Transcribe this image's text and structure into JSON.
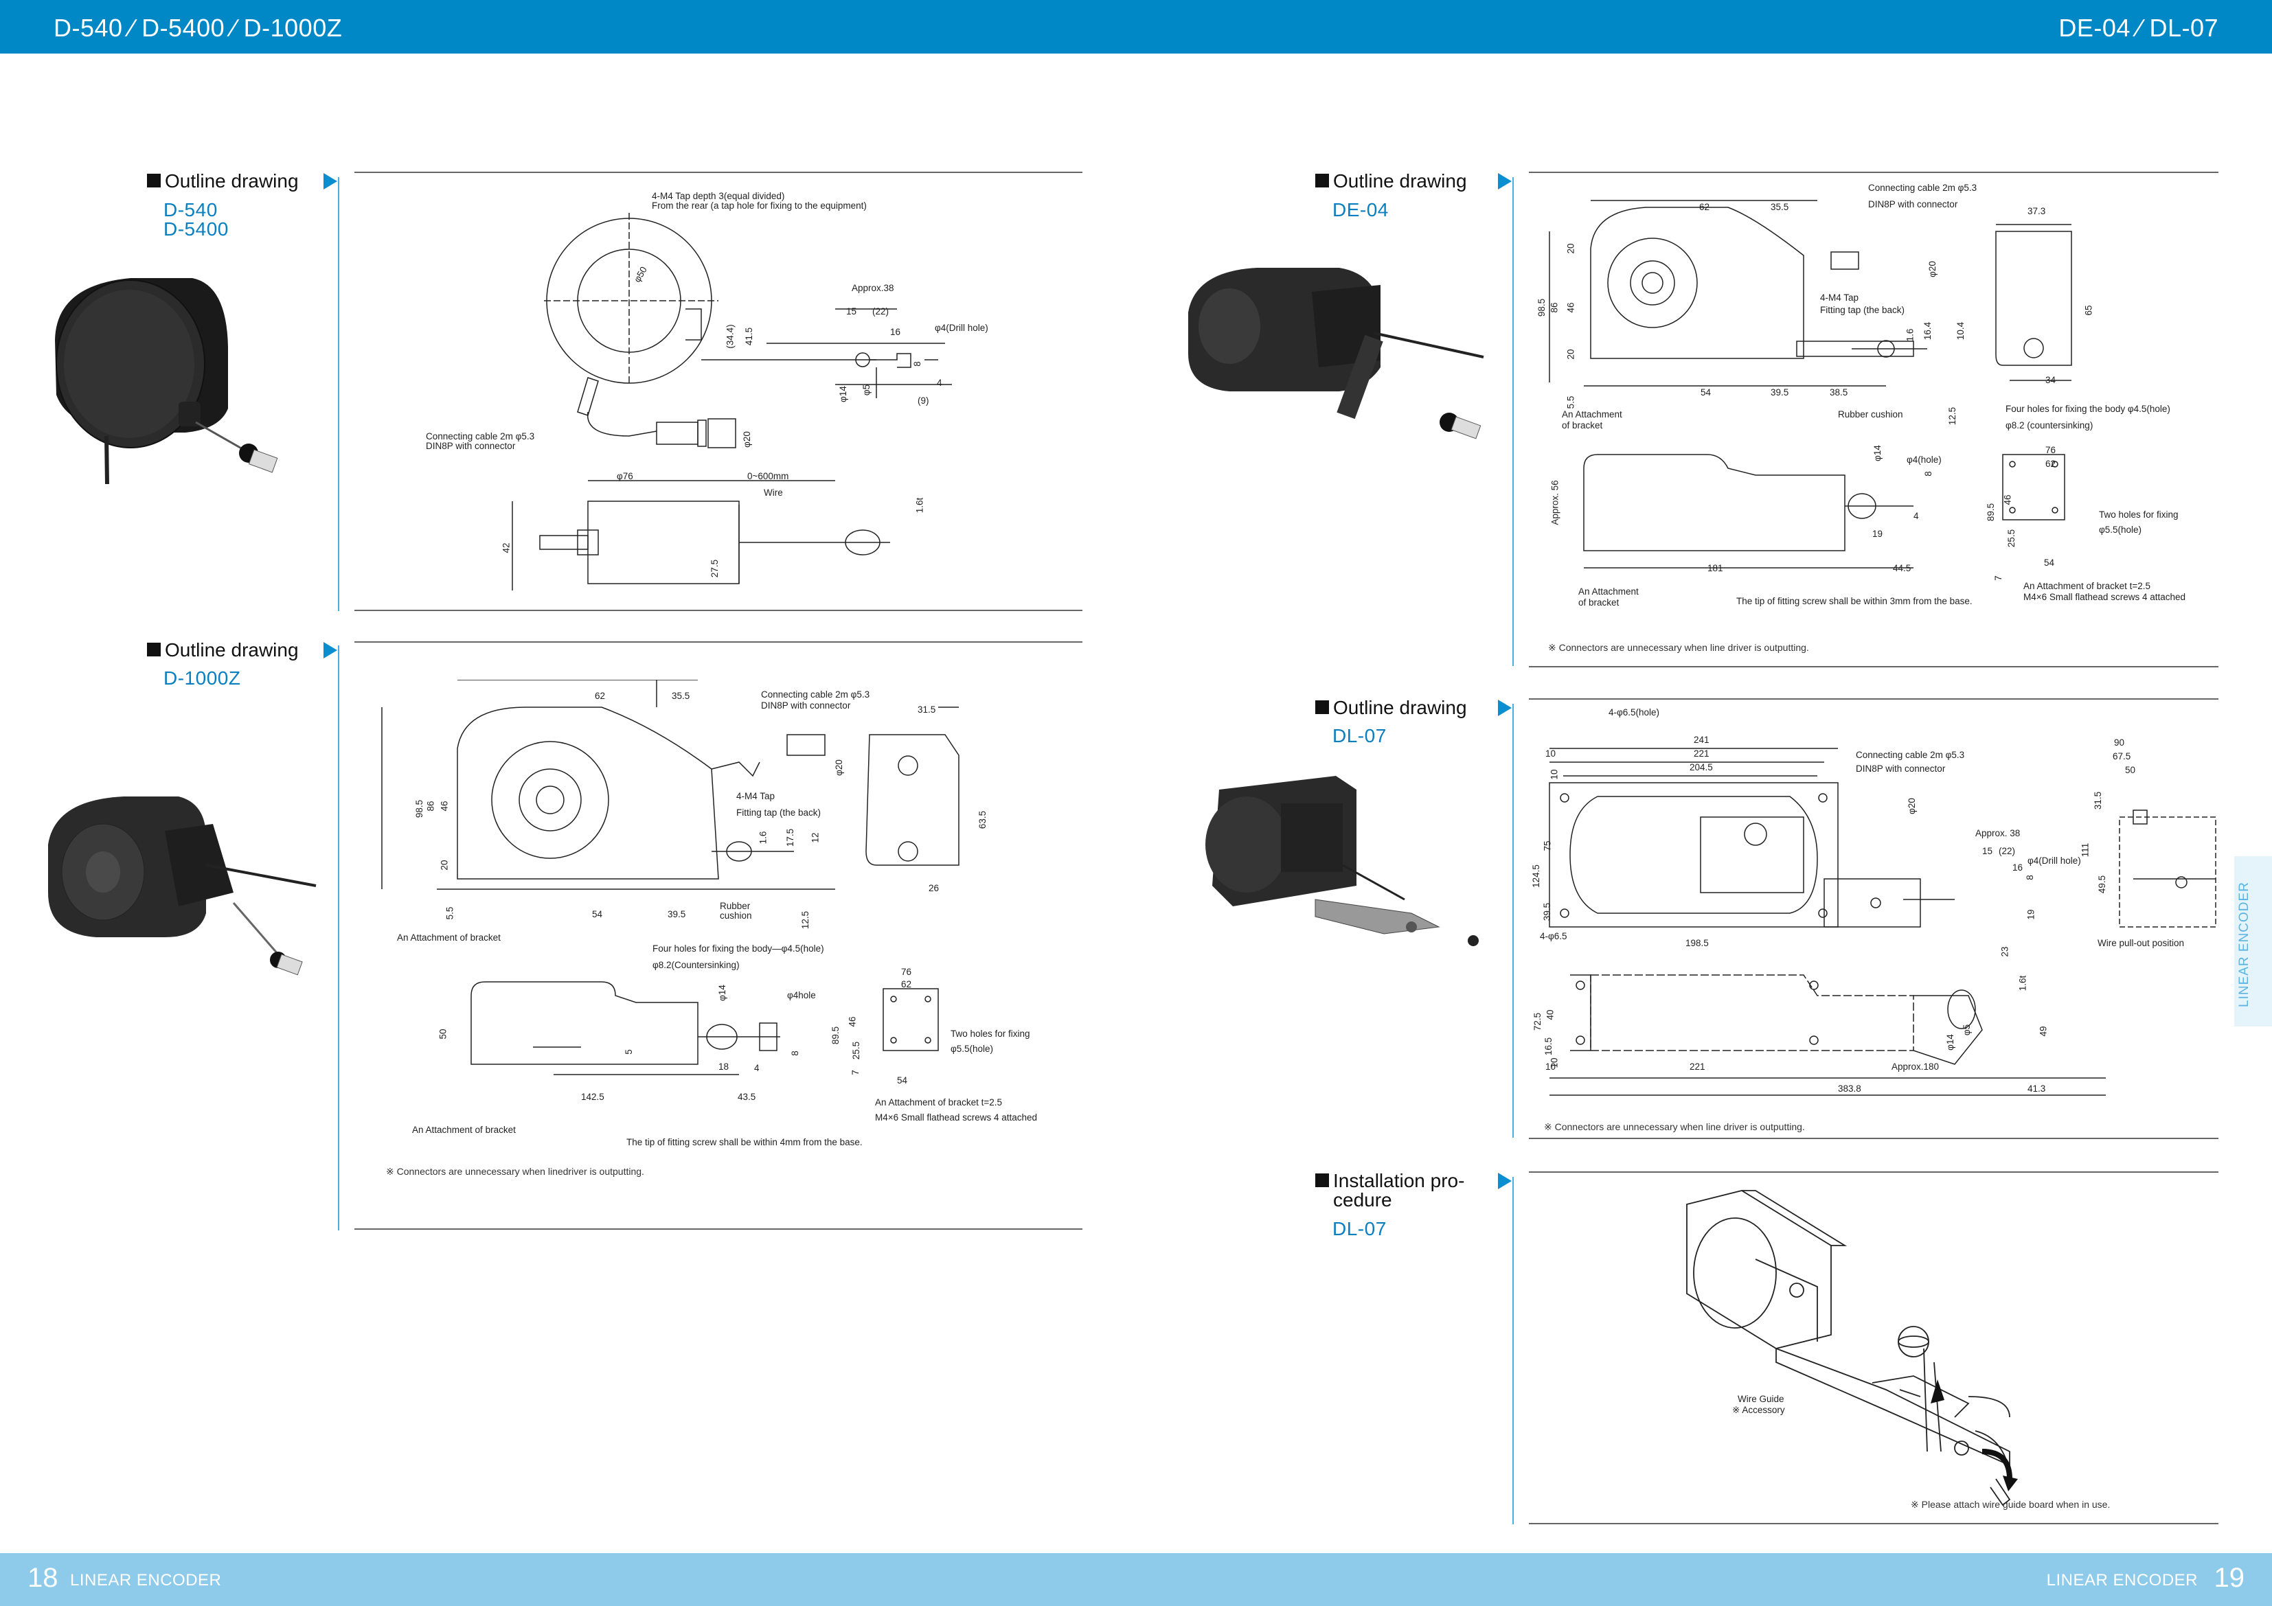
{
  "header": {
    "left_title": "D-540 ∕ D-5400 ∕ D-1000Z",
    "right_title": "DE-04 ∕ DL-07"
  },
  "footer": {
    "left_page": "18",
    "left_label": "LINEAR ENCODER",
    "right_label": "LINEAR ENCODER",
    "right_page": "19"
  },
  "side_tab": "LINEAR ENCODER",
  "sections": {
    "d540": {
      "heading": "Outline drawing",
      "models": [
        "D-540",
        "D-5400"
      ],
      "labels": {
        "tap": "4-M4 Tap depth 3(equal divided)",
        "tap2": "From the rear (a tap hole for fixing to the equipment)",
        "phi50": "φ50",
        "d34": "(34.4)",
        "d41": "41.5",
        "approx38": "Approx.38",
        "d15": "15",
        "d22": "(22)",
        "d16": "16",
        "drill": "φ4(Drill hole)",
        "d8": "8",
        "d4": "4",
        "d9": "(9)",
        "phi14": "φ14",
        "phi5": "φ5",
        "cable": "Connecting cable 2m φ5.3",
        "cable2": "DIN8P with connector",
        "phi20": "φ20",
        "phi76": "φ76",
        "range": "0~600mm",
        "wire": "Wire",
        "t16": "1.6t",
        "d42": "42",
        "d275": "27.5"
      }
    },
    "d1000z": {
      "heading": "Outline drawing",
      "models": [
        "D-1000Z"
      ],
      "labels": {
        "d62": "62",
        "d355": "35.5",
        "cable": "Connecting cable 2m φ5.3",
        "cable2": "DIN8P with connector",
        "d315": "31.5",
        "phi20": "φ20",
        "d985": "98.5",
        "d86": "86",
        "d46": "46",
        "d20": "20",
        "tap": "4-M4 Tap",
        "tap2": "Fitting tap (the back)",
        "d16": "1.6",
        "d175": "17.5",
        "d12": "12",
        "d635": "63.5",
        "d26": "26",
        "d55": "5.5",
        "d54": "54",
        "d395": "39.5",
        "rubber": "Rubber",
        "cushion": "cushion",
        "d125": "12.5",
        "attach": "An Attachment of bracket",
        "four": "Four holes for fixing the body—φ4.5(hole)",
        "csk": "φ8.2(Countersinking)",
        "d76": "76",
        "d62b": "62",
        "phi14": "φ14",
        "hole4": "φ4hole",
        "d50": "50",
        "d5": "5",
        "d18": "18",
        "d4": "4",
        "d8": "8",
        "d895": "89.5",
        "d46b": "46",
        "d255": "25.5",
        "d7": "7",
        "d54b": "54",
        "two": "Two holes for fixing",
        "two2": "φ5.5(hole)",
        "d1425": "142.5",
        "d435": "43.5",
        "attach2": "An Attachment of bracket",
        "bracket_t": "An Attachment of bracket t=2.5",
        "screws": "M4×6 Small flathead screws 4 attached",
        "tip": "The tip of fitting screw shall be within 4mm from the base."
      },
      "note": "※ Connectors are unnecessary when linedriver is outputting."
    },
    "de04": {
      "heading": "Outline drawing",
      "models": [
        "DE-04"
      ],
      "labels": {
        "cable": "Connecting cable 2m φ5.3",
        "cable2": "DIN8P with connector",
        "d62": "62",
        "d355": "35.5",
        "d373": "37.3",
        "d20": "20",
        "d985": "98.5",
        "d86": "86",
        "d46": "46",
        "d20b": "20",
        "phi20": "φ20",
        "tap": "4-M4 Tap",
        "tap2": "Fitting tap (the back)",
        "d16": "1.6",
        "d164": "16.4",
        "d104": "10.4",
        "d65": "65",
        "d55": "5.5",
        "d54": "54",
        "d395": "39.5",
        "d385": "38.5",
        "d125": "12.5",
        "d34": "34",
        "attach": "An Attachment",
        "attach_b": "of bracket",
        "rubber": "Rubber cushion",
        "four": "Four holes for fixing the body φ4.5(hole)",
        "csk": "φ8.2 (countersinking)",
        "phi14": "φ14",
        "hole4": "φ4(hole)",
        "d8": "8",
        "approx56": "Approx. 56",
        "d76": "76",
        "d62b": "62",
        "d46b": "46",
        "d895": "89.5",
        "d255": "25.5",
        "d7": "7",
        "d19": "19",
        "d4": "4",
        "d445": "44.5",
        "d181": "181",
        "d54b": "54",
        "two": "Two holes for fixing",
        "two2": "φ5.5(hole)",
        "attach2": "An Attachment",
        "attach2b": "of bracket",
        "bracket_t": "An Attachment of bracket t=2.5",
        "screws": "M4×6 Small flathead screws 4 attached",
        "tip": "The tip of fitting screw shall be within 3mm from the base."
      },
      "note": "※ Connectors are unnecessary when line driver is outputting."
    },
    "dl07": {
      "heading": "Outline drawing",
      "models": [
        "DL-07"
      ],
      "labels": {
        "holes": "4-φ6.5(hole)",
        "d241": "241",
        "d221": "221",
        "d2045": "204.5",
        "d10": "10",
        "d10b": "10",
        "cable": "Connecting cable 2m φ5.3",
        "cable2": "DIN8P with connector",
        "d90": "90",
        "d675": "67.5",
        "d50": "50",
        "phi20": "φ20",
        "d1245": "124.5",
        "d75": "75",
        "d395": "39.5",
        "d315": "31.5",
        "d111": "111",
        "d495": "49.5",
        "approx38": "Approx. 38",
        "d15": "15",
        "d22": "(22)",
        "d16": "16",
        "drill": "φ4(Drill hole)",
        "d8": "8",
        "d19": "19",
        "pullout": "Wire pull-out position",
        "holes2": "4-φ6.5",
        "d1985": "198.5",
        "d725": "72.5",
        "d40": "40",
        "d165": "16.5",
        "d10c": "10",
        "d23": "23",
        "t16": "1.6t",
        "phi14": "φ14",
        "phi5": "φ5",
        "d49": "49",
        "d221b": "221",
        "d10d": "10",
        "approx180": "Approx.180",
        "d3838": "383.8",
        "d413": "41.3"
      },
      "note": "※ Connectors are unnecessary when line driver is outputting."
    },
    "install": {
      "heading_1": "Installation pro-",
      "heading_2": "cedure",
      "models": [
        "DL-07"
      ],
      "labels": {
        "guide": "Wire Guide",
        "accessory": "※ Accessory"
      },
      "note": "※ Please attach wire guide board when in use."
    }
  },
  "colors": {
    "header_blue": "#0088c6",
    "footer_blue": "#8ecbea",
    "model_blue": "#0a7fc0",
    "accent_line": "#4aaedf"
  }
}
